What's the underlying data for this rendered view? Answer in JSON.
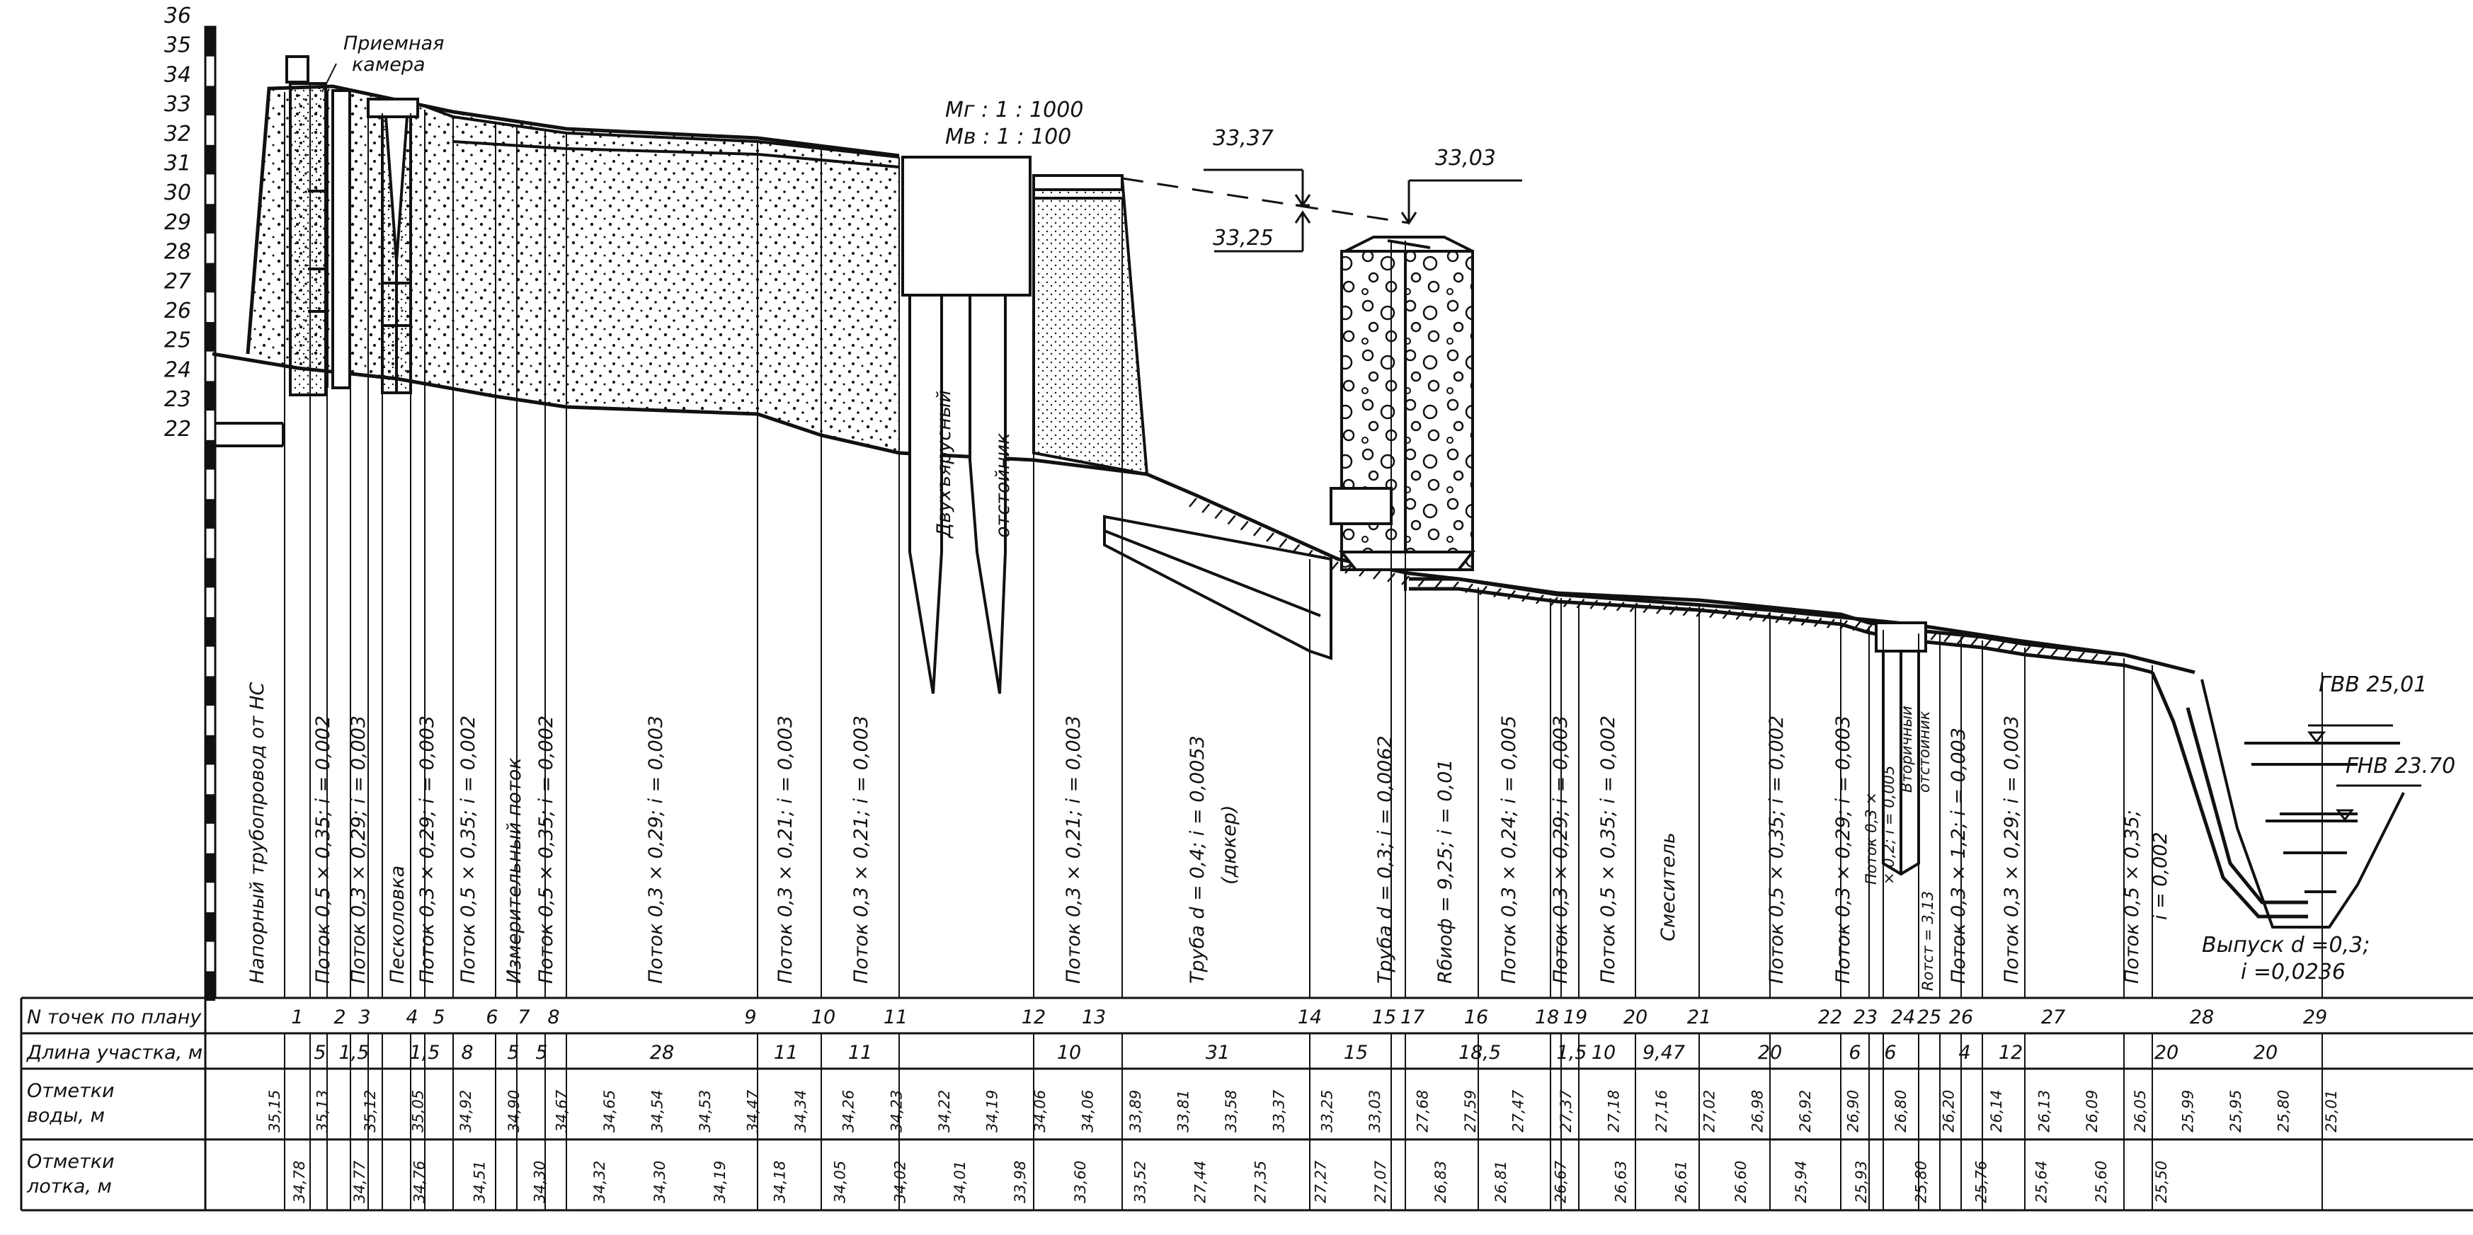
{
  "axis": {
    "y_ticks": [
      "36",
      "35",
      "34",
      "33",
      "32",
      "31",
      "30",
      "29",
      "28",
      "27",
      "26",
      "25",
      "24",
      "23",
      "22"
    ]
  },
  "scale": {
    "horizontal": "Мг : 1 : 1000",
    "vertical": "Мв : 1 : 100"
  },
  "callouts": {
    "receiving_chamber_line1": "Приемная",
    "receiving_chamber_line2": "камера",
    "level_a": "33,37",
    "level_b": "33,25",
    "level_c": "33,03",
    "gvv": "ГВВ 25,01",
    "gnv": "ГНВ 23.70",
    "outlet_line1": "Выпуск d =0,3;",
    "outlet_line2": "i =0,0236"
  },
  "segments": [
    {
      "label": "Напорный трубопровод от НС"
    },
    {
      "label": "Поток 0,5 × 0,35;  i = 0,002"
    },
    {
      "label": "Поток 0,3 × 0,29;  i = 0,003"
    },
    {
      "label": "Песколовка"
    },
    {
      "label": "Поток 0,3 × 0,29;  i = 0,003"
    },
    {
      "label": "Поток 0,5 × 0,35;  i = 0,002"
    },
    {
      "label": "Измерительный поток"
    },
    {
      "label": "Поток 0,5 × 0,35;  i = 0,002"
    },
    {
      "label": "Поток 0,3 × 0,29;  i = 0,003"
    },
    {
      "label": "Поток 0,3 × 0,21;  i = 0,003"
    },
    {
      "label": "Поток 0,3 × 0,21;  i = 0,003"
    },
    {
      "label": "Двухъярусный"
    },
    {
      "label": "отстойник"
    },
    {
      "label": "Поток 0,3 × 0,21;  i = 0,003"
    },
    {
      "label": "Труба  d = 0,4;  i = 0,0053"
    },
    {
      "label": "(дюкер)"
    },
    {
      "label": "Труба  d = 0,3;  i = 0,0062"
    },
    {
      "label": "Rбиоф = 9,25;  i = 0,01"
    },
    {
      "label": "Поток 0,3 × 0,24;  i = 0,005"
    },
    {
      "label": "Поток 0,3 × 0,29;  i = 0,003"
    },
    {
      "label": "Поток 0,5 × 0,35;  i = 0,002"
    },
    {
      "label": "Смеситель"
    },
    {
      "label": "Поток 0,5 × 0,35;  i = 0,002"
    },
    {
      "label": "Поток 0,3 × 0,29;  i = 0,003"
    },
    {
      "label": "Поток 0,3 ×"
    },
    {
      "label": "× 0,2;  i = 0,005"
    },
    {
      "label": "Вторичный"
    },
    {
      "label": "отстойник"
    },
    {
      "label": "Rотст = 3,13"
    },
    {
      "label": "Поток 0,3 × 1,2;  i = 0,003"
    },
    {
      "label": "Поток 0,3 × 0,29;  i = 0,003"
    },
    {
      "label": "Поток 0,5 × 0,35;"
    },
    {
      "label": "i = 0,002"
    }
  ],
  "table": {
    "row_headers": [
      "N точек по плану",
      "Длина участка, м",
      "Отметки",
      "воды, м",
      "Отметки",
      "лотка, м"
    ],
    "points": [
      "1",
      "2",
      "3",
      "4",
      "5",
      "6",
      "7",
      "8",
      "9",
      "10",
      "11",
      "12",
      "13",
      "14",
      "15",
      "17",
      "16",
      "18",
      "19",
      "20",
      "21",
      "22",
      "23",
      "24",
      "25",
      "26",
      "27",
      "28",
      "29"
    ],
    "lengths": [
      "5",
      "1,5",
      "1,5",
      "8",
      "5",
      "5",
      "28",
      "11",
      "11",
      "10",
      "31",
      "15",
      "18,5",
      "1,5",
      "10",
      "9,47",
      "20",
      "6",
      "6",
      "4",
      "12",
      "20",
      "20"
    ],
    "water_marks": [
      "35,15",
      "35,13",
      "35,12",
      "35,05",
      "34,92",
      "34,90",
      "34,67",
      "34,65",
      "34,54",
      "34,53",
      "34,47",
      "34,34",
      "34,26",
      "34,23",
      "34,22",
      "34,19",
      "34,06",
      "34,06",
      "33,89",
      "33,81",
      "33,58",
      "33,37",
      "33,25",
      "33,03",
      "27,68",
      "27,59",
      "27,47",
      "27,37",
      "27,18",
      "27,16",
      "27,02",
      "26,98",
      "26,92",
      "26,90",
      "26,80",
      "26,20",
      "26,14",
      "26,13",
      "26,09",
      "26,05",
      "25,99",
      "25,95",
      "25,80",
      "25,01"
    ],
    "tray_marks": [
      "34,78",
      "34,77",
      "34,76",
      "34,51",
      "34,30",
      "34,32",
      "34,30",
      "34,19",
      "34,18",
      "34,05",
      "34,02",
      "34,01",
      "33,98",
      "33,60",
      "33,52",
      "27,44",
      "27,35",
      "27,27",
      "27,07",
      "26,83",
      "26,81",
      "26,67",
      "26,63",
      "26,61",
      "26,60",
      "25,94",
      "25,93",
      "25,80",
      "25,76",
      "25,64",
      "25,60",
      "25,50"
    ]
  }
}
